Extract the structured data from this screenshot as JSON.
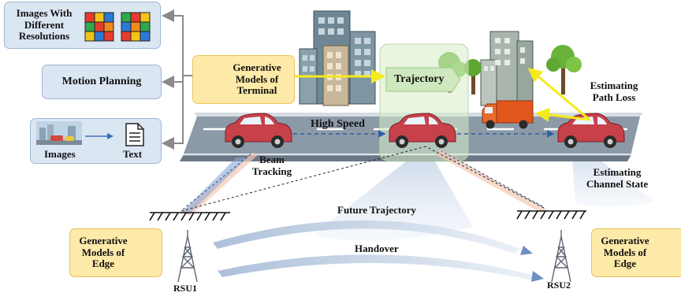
{
  "inputs": {
    "images_resolutions": "Images With Different Resolutions",
    "motion_planning": "Motion Planning",
    "images": "Images",
    "text": "Text"
  },
  "models": {
    "terminal": "Generative Models of Terminal",
    "edge_left": "Generative Models of Edge",
    "edge_right": "Generative Models of Edge"
  },
  "labels": {
    "trajectory": "Trajectory",
    "estimating_path_loss": "Estimating Path Loss",
    "high_speed": "High Speed",
    "beam_tracking": "Beam Tracking",
    "estimating_channel_state": "Estimating Channel State",
    "future_trajectory": "Future Trajectory",
    "handover": "Handover",
    "rsu1": "RSU1",
    "rsu2": "RSU2"
  },
  "colors": {
    "blue_box": "#dbe6f3",
    "yellow_box": "#fde9a8",
    "road": "#8c9aa8",
    "car": "#c7404a",
    "truck": "#e2571d",
    "trajectory_arrow": "#f4ea1c"
  }
}
